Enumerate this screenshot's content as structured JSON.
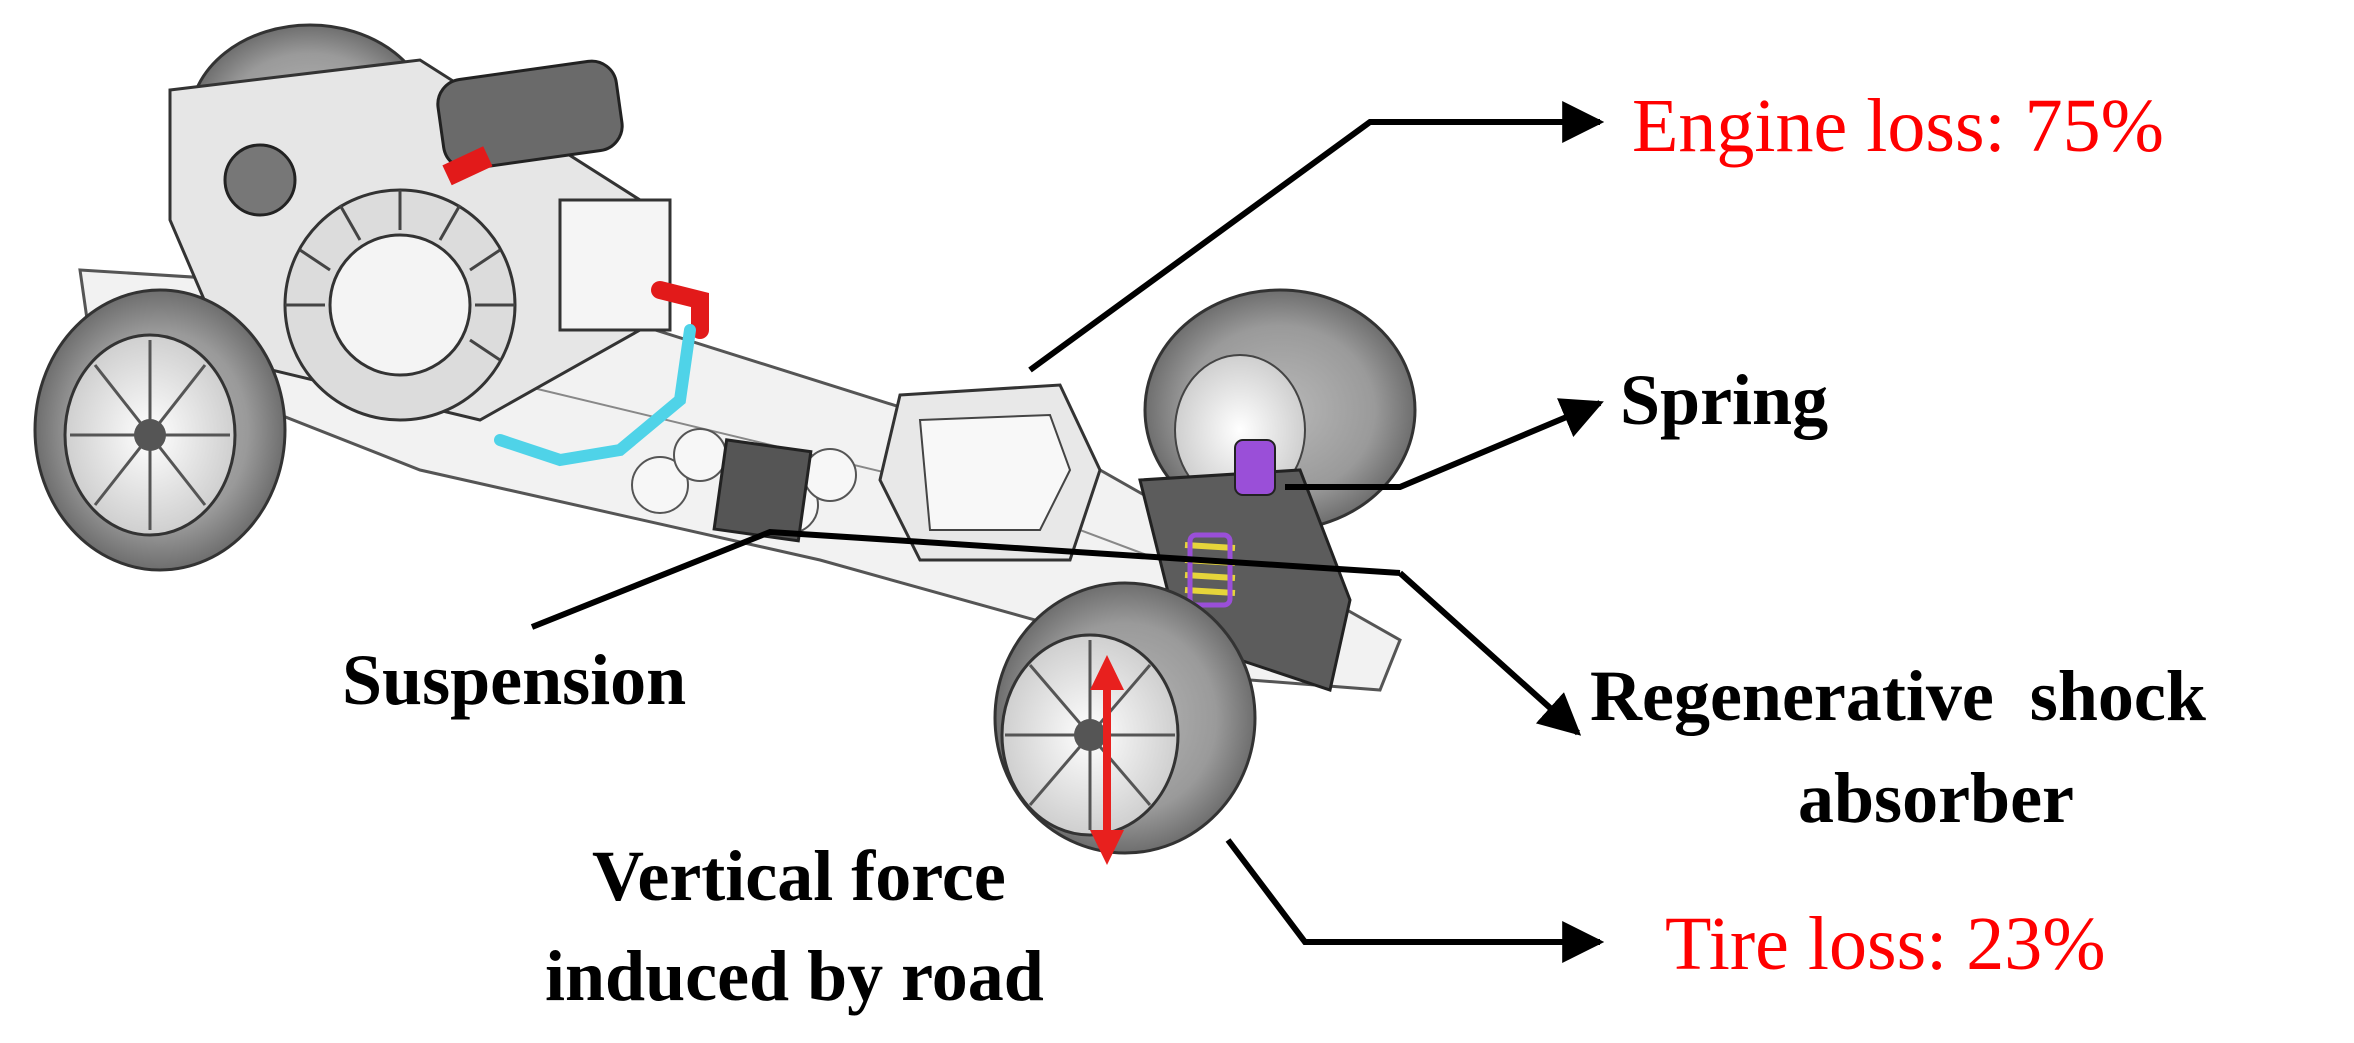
{
  "labels": {
    "engine_loss": "Engine loss: 75%",
    "spring": "Spring",
    "suspension": "Suspension",
    "regen_line1": "Regenerative  shock",
    "regen_line2": "absorber",
    "vertical_line1": "Vertical force",
    "vertical_line2": "induced by road",
    "tire_loss": "Tire loss: 23%"
  },
  "colors": {
    "loss_text": "#ff0000",
    "label_text": "#000000",
    "force_arrow": "#e8201e",
    "tire": "#8c8c8c",
    "chassis": "#eeeeee",
    "hose": "#4fd3e8",
    "damper": "#9a4fd8",
    "spring_coil": "#e6d53a"
  }
}
